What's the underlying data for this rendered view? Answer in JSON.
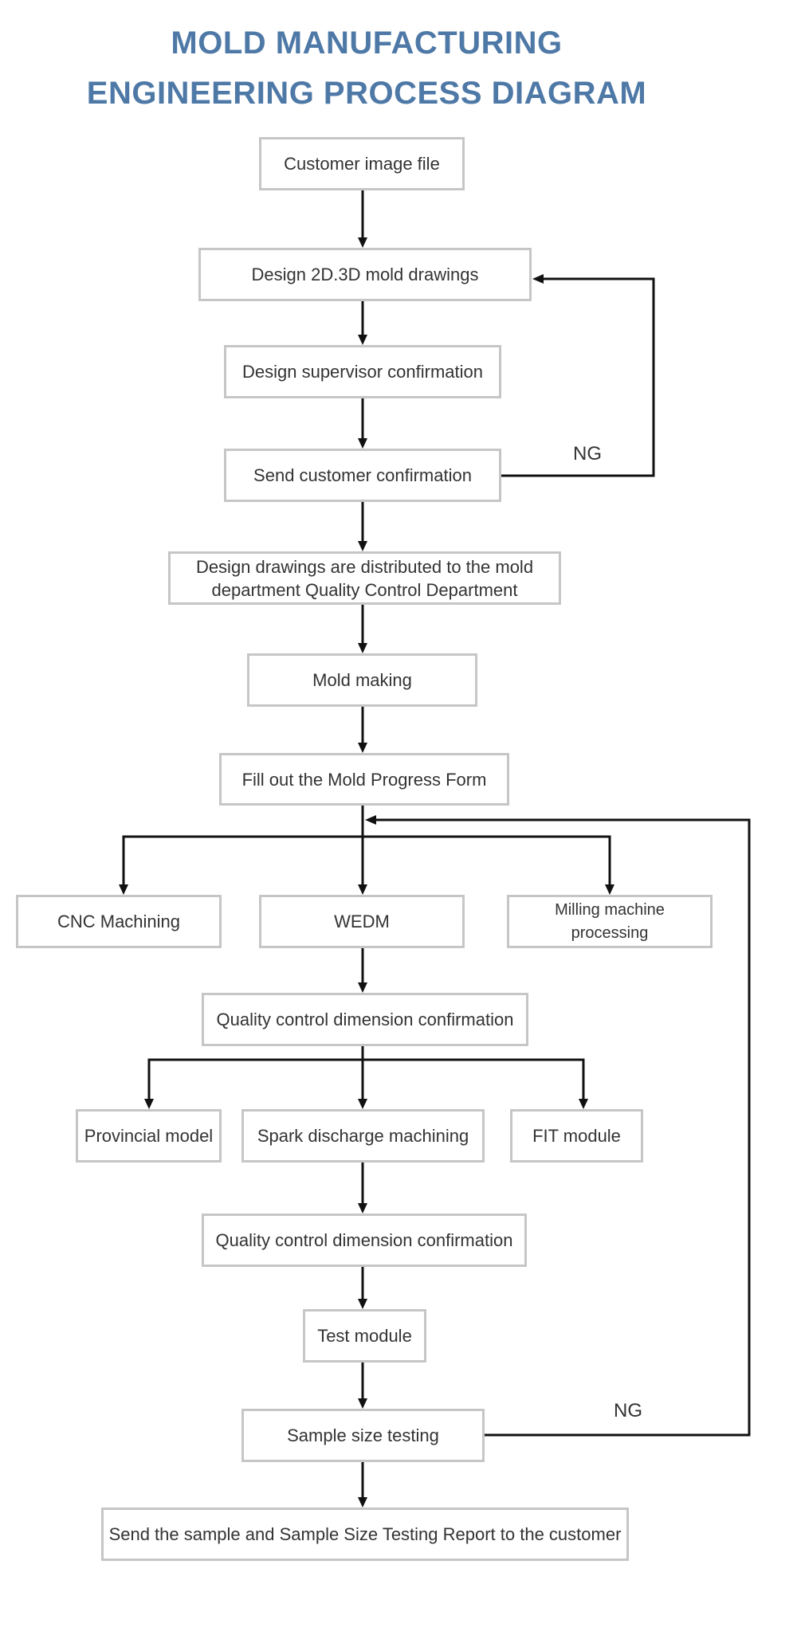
{
  "title": {
    "line1": "MOLD MANUFACTURING",
    "line2": "ENGINEERING PROCESS DIAGRAM"
  },
  "nodes": {
    "customer_image_file": "Customer image file",
    "design_drawings": "Design 2D.3D mold drawings",
    "supervisor_confirmation": "Design supervisor confirmation",
    "send_customer_confirmation": "Send customer confirmation",
    "drawings_distributed_line1": "Design drawings are distributed to the mold",
    "drawings_distributed_line2": "department Quality Control Department",
    "mold_making": "Mold making",
    "progress_form": "Fill out the Mold Progress Form",
    "cnc_machining": "CNC Machining",
    "wedm": "WEDM",
    "milling": "Milling machine processing",
    "qc_dimension_1": "Quality control dimension confirmation",
    "provincial_model": "Provincial model",
    "spark_discharge": "Spark discharge machining",
    "fit_module": "FIT module",
    "qc_dimension_2": "Quality control dimension confirmation",
    "test_module": "Test module",
    "sample_size_testing": "Sample size testing",
    "send_sample_report": "Send the sample and Sample Size Testing Report to the customer"
  },
  "labels": {
    "ng_top": "NG",
    "ng_bottom": "NG"
  }
}
